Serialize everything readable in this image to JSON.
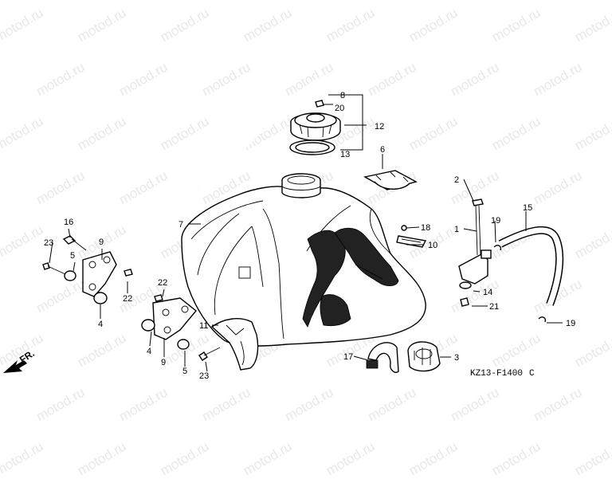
{
  "watermark": "motod.ru",
  "front_label": "FR.",
  "diagram_code": "KZ13-F1400",
  "diagram_code_suffix": "C",
  "callouts": {
    "c1": "1",
    "c2": "2",
    "c3": "3",
    "c4a": "4",
    "c4b": "4",
    "c5a": "5",
    "c5b": "5",
    "c6": "6",
    "c7": "7",
    "c8": "8",
    "c9a": "9",
    "c9b": "9",
    "c10": "10",
    "c11": "11",
    "c12": "12",
    "c13": "13",
    "c14": "14",
    "c15": "15",
    "c16": "16",
    "c17": "17",
    "c18": "18",
    "c19a": "19",
    "c19b": "19",
    "c20": "20",
    "c21": "21",
    "c22a": "22",
    "c22b": "22",
    "c23a": "23",
    "c23b": "23"
  }
}
